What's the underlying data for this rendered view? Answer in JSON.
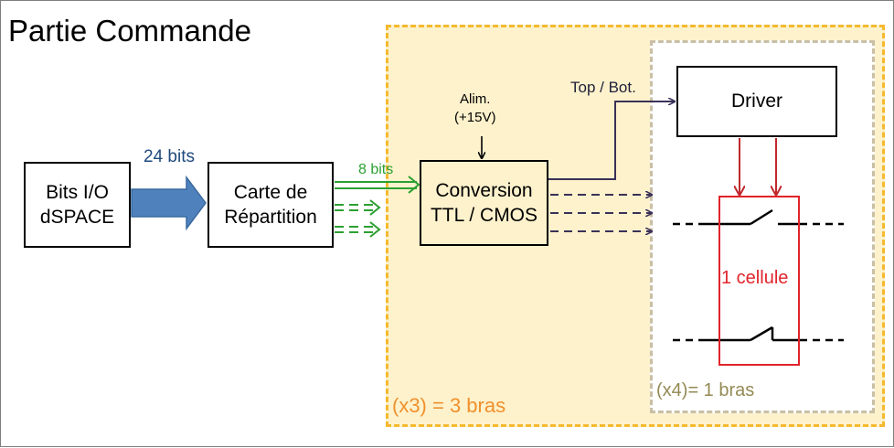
{
  "title": "Partie Commande",
  "blocks": {
    "dspace": "Bits I/O\ndSPACE",
    "repartition": "Carte de\nRépartition",
    "conversion": "Conversion\nTTL / CMOS",
    "driver": "Driver"
  },
  "labels": {
    "bus_24": "24 bits",
    "bus_8": "8 bits",
    "alim": "Alim.\n(+15V)",
    "top_bot": "Top / Bot.",
    "cellule": "1 cellule",
    "x3": "(x3) = 3 bras",
    "x4": "(x4)= 1 bras"
  },
  "colors": {
    "bus_24": "#4f81bd",
    "bus_8": "#2ca032",
    "signal": "#3b3159",
    "cellule": "#e0242b",
    "zone_x3_fill": "#fdf2cc",
    "zone_x3_border": "#f5b930",
    "zone_x4_border": "#c9bfa6"
  }
}
